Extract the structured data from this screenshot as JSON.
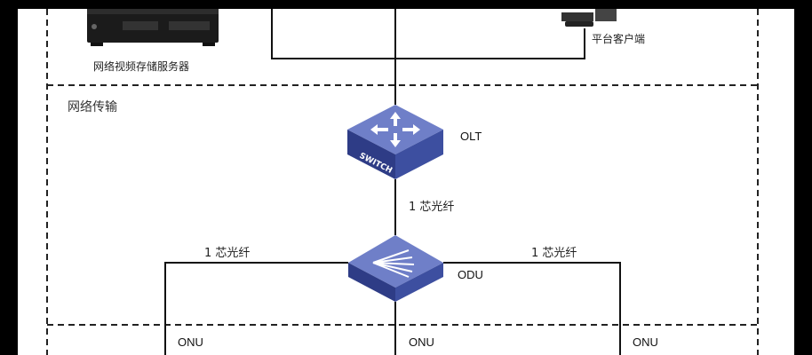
{
  "storage_server_label": "网络视频存储服务器",
  "platform_client_label": "平台客户端",
  "section_network": "网络传输",
  "olt_label": "OLT",
  "switch_text": "SWITCH",
  "fiber_label_center": "1 芯光纤",
  "fiber_label_left": "1 芯光纤",
  "fiber_label_right": "1 芯光纤",
  "odu_label": "ODU",
  "onu_labels": [
    "ONU",
    "ONU",
    "ONU"
  ],
  "colors": {
    "device_blue": "#3d4fa0",
    "device_top": "#6f7fc8",
    "line": "#111111"
  }
}
